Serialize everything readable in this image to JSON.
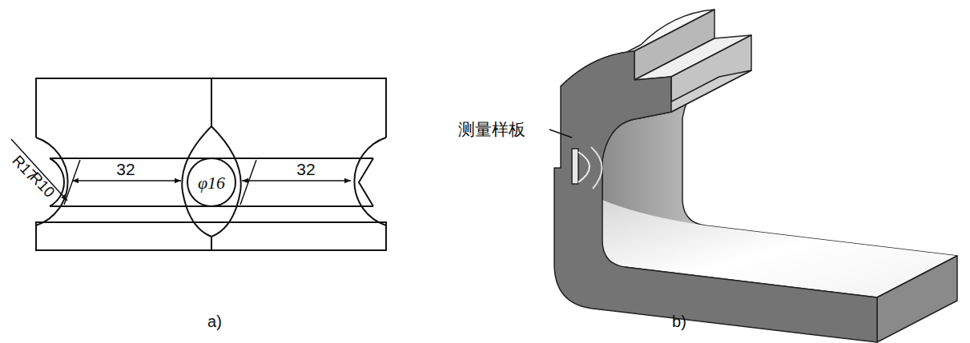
{
  "diagram": {
    "labels": [
      "R17",
      "R10",
      "32",
      "φ16",
      "32",
      "测量样板",
      "a)",
      "b)"
    ]
  }
}
